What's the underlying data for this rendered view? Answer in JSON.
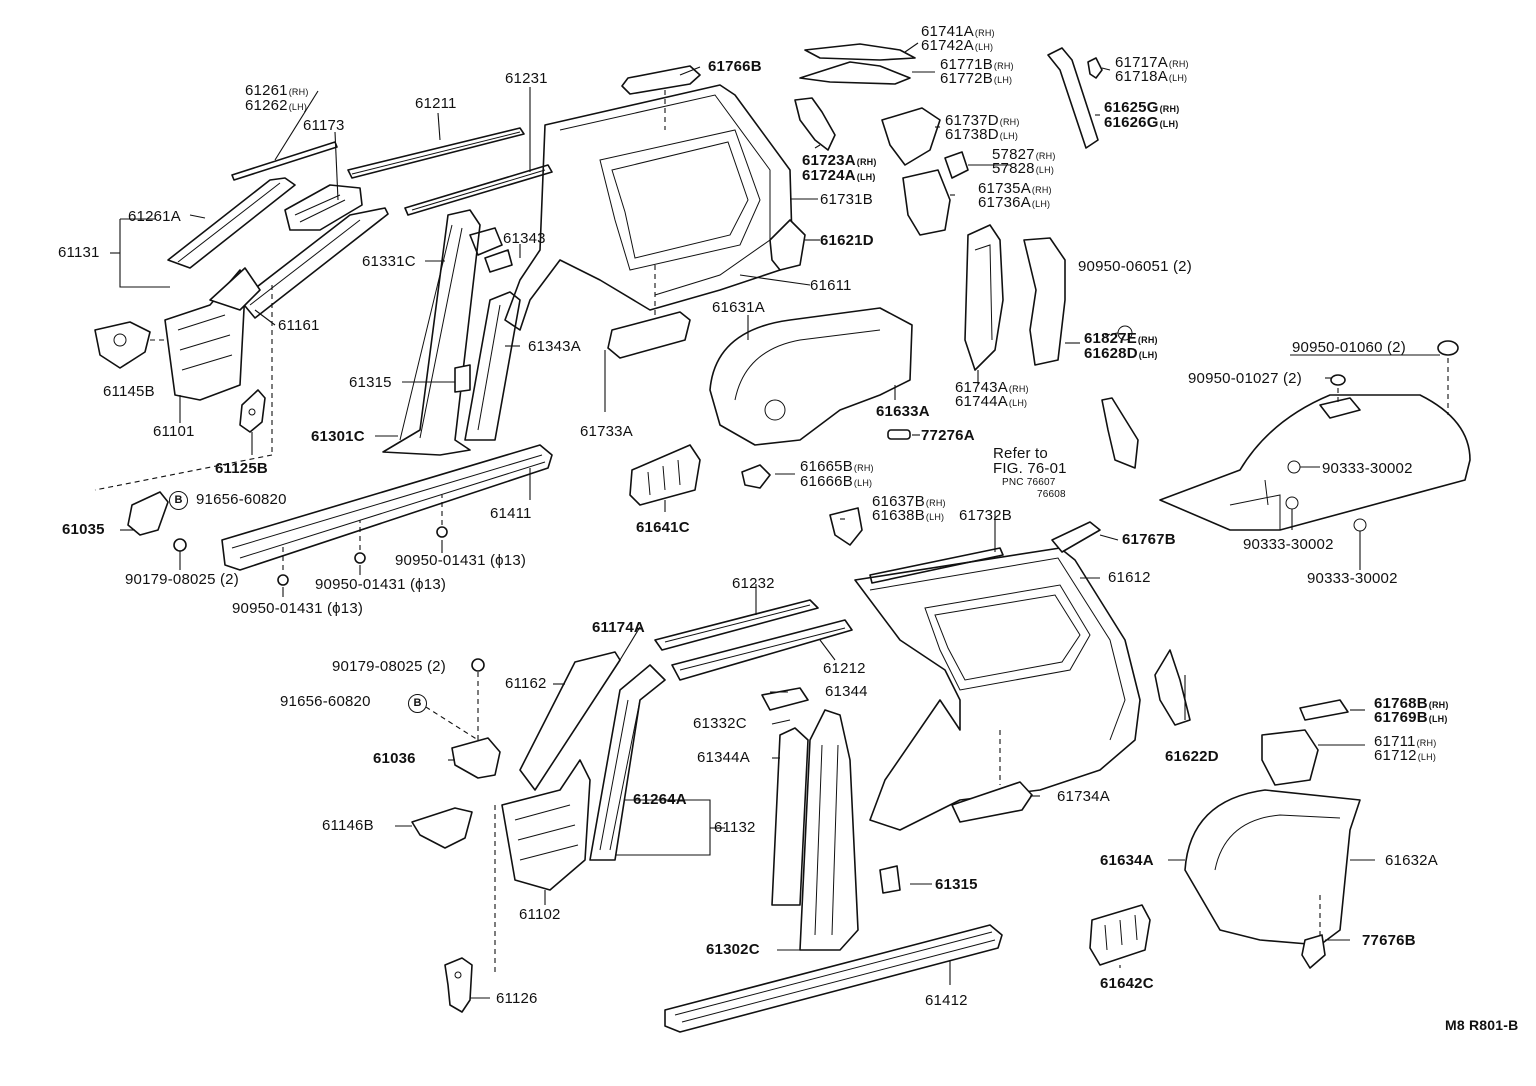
{
  "figure_code": "M8 R801-B",
  "reference_note": {
    "line1": "Refer to",
    "line2": "FIG. 76-01",
    "line3": "PNC 76607",
    "line4": "76608"
  },
  "fastener_letter": "B",
  "parts": {
    "p61261": {
      "num": "61261",
      "sfx": "(RH)"
    },
    "p61262": {
      "num": "61262",
      "sfx": "(LH)"
    },
    "p61211": {
      "num": "61211"
    },
    "p61231": {
      "num": "61231"
    },
    "p61173": {
      "num": "61173"
    },
    "p61261A": {
      "num": "61261A"
    },
    "p61131": {
      "num": "61131"
    },
    "p61161": {
      "num": "61161"
    },
    "p61145B": {
      "num": "61145B"
    },
    "p61101": {
      "num": "61101"
    },
    "p61125B": {
      "num": "61125B"
    },
    "p61343": {
      "num": "61343"
    },
    "p61331C": {
      "num": "61331C"
    },
    "p61343A": {
      "num": "61343A"
    },
    "p61315a": {
      "num": "61315"
    },
    "p61301C": {
      "num": "61301C"
    },
    "p61766B": {
      "num": "61766B"
    },
    "p61741A": {
      "num": "61741A",
      "sfx": "(RH)"
    },
    "p61742A": {
      "num": "61742A",
      "sfx": "(LH)"
    },
    "p61771B": {
      "num": "61771B",
      "sfx": "(RH)"
    },
    "p61772B": {
      "num": "61772B",
      "sfx": "(LH)"
    },
    "p61723A": {
      "num": "61723A",
      "sfx": "(RH)"
    },
    "p61724A": {
      "num": "61724A",
      "sfx": "(LH)"
    },
    "p61731B": {
      "num": "61731B"
    },
    "p61621D": {
      "num": "61621D"
    },
    "p61611": {
      "num": "61611"
    },
    "p61631A": {
      "num": "61631A"
    },
    "p61733A": {
      "num": "61733A"
    },
    "p61737D": {
      "num": "61737D",
      "sfx": "(RH)"
    },
    "p61738D": {
      "num": "61738D",
      "sfx": "(LH)"
    },
    "p57827": {
      "num": "57827",
      "sfx": "(RH)"
    },
    "p57828": {
      "num": "57828",
      "sfx": "(LH)"
    },
    "p61735A": {
      "num": "61735A",
      "sfx": "(RH)"
    },
    "p61736A": {
      "num": "61736A",
      "sfx": "(LH)"
    },
    "p61717A": {
      "num": "61717A",
      "sfx": "(RH)"
    },
    "p61718A": {
      "num": "61718A",
      "sfx": "(LH)"
    },
    "p61625G": {
      "num": "61625G",
      "sfx": "(RH)"
    },
    "p61626G": {
      "num": "61626G",
      "sfx": "(LH)"
    },
    "p9095006051": {
      "num": "90950-06051 (2)"
    },
    "p61827E": {
      "num": "61827E",
      "sfx": "(RH)"
    },
    "p61628D": {
      "num": "61628D",
      "sfx": "(LH)"
    },
    "p61743A": {
      "num": "61743A",
      "sfx": "(RH)"
    },
    "p61744A": {
      "num": "61744A",
      "sfx": "(LH)"
    },
    "p61633A": {
      "num": "61633A"
    },
    "p77276A": {
      "num": "77276A"
    },
    "p61665B": {
      "num": "61665B",
      "sfx": "(RH)"
    },
    "p61666B": {
      "num": "61666B",
      "sfx": "(LH)"
    },
    "p61641C": {
      "num": "61641C"
    },
    "p9095001060": {
      "num": "90950-01060 (2)"
    },
    "p9095001027": {
      "num": "90950-01027 (2)"
    },
    "p90333a": {
      "num": "90333-30002"
    },
    "p90333b": {
      "num": "90333-30002"
    },
    "p90333c": {
      "num": "90333-30002"
    },
    "p61035": {
      "num": "61035"
    },
    "p9165660820a": {
      "num": "91656-60820"
    },
    "p9017908025a": {
      "num": "90179-08025 (2)"
    },
    "p61411": {
      "num": "61411"
    },
    "p9095001431a": {
      "num": "90950-01431 (ϕ13)"
    },
    "p9095001431b": {
      "num": "90950-01431 (ϕ13)"
    },
    "p9095001431c": {
      "num": "90950-01431 (ϕ13)"
    },
    "p61637B": {
      "num": "61637B",
      "sfx": "(RH)"
    },
    "p61638B": {
      "num": "61638B",
      "sfx": "(LH)"
    },
    "p61732B": {
      "num": "61732B"
    },
    "p61767B": {
      "num": "61767B"
    },
    "p61612": {
      "num": "61612"
    },
    "p61232": {
      "num": "61232"
    },
    "p61174A": {
      "num": "61174A"
    },
    "p61212": {
      "num": "61212"
    },
    "p9017908025b": {
      "num": "90179-08025 (2)"
    },
    "p61162": {
      "num": "61162"
    },
    "p9165660820b": {
      "num": "91656-60820"
    },
    "p61344": {
      "num": "61344"
    },
    "p61332C": {
      "num": "61332C"
    },
    "p61344A": {
      "num": "61344A"
    },
    "p61036": {
      "num": "61036"
    },
    "p61264A": {
      "num": "61264A"
    },
    "p61132": {
      "num": "61132"
    },
    "p61146B": {
      "num": "61146B"
    },
    "p61102": {
      "num": "61102"
    },
    "p61622D": {
      "num": "61622D"
    },
    "p61734A": {
      "num": "61734A"
    },
    "p61768B": {
      "num": "61768B",
      "sfx": "(RH)"
    },
    "p61769B": {
      "num": "61769B",
      "sfx": "(LH)"
    },
    "p61711": {
      "num": "61711",
      "sfx": "(RH)"
    },
    "p61712": {
      "num": "61712",
      "sfx": "(LH)"
    },
    "p61315b": {
      "num": "61315"
    },
    "p61634A": {
      "num": "61634A"
    },
    "p61632A": {
      "num": "61632A"
    },
    "p61302C": {
      "num": "61302C"
    },
    "p61412": {
      "num": "61412"
    },
    "p61642C": {
      "num": "61642C"
    },
    "p77676B": {
      "num": "77676B"
    },
    "p61126": {
      "num": "61126"
    }
  }
}
